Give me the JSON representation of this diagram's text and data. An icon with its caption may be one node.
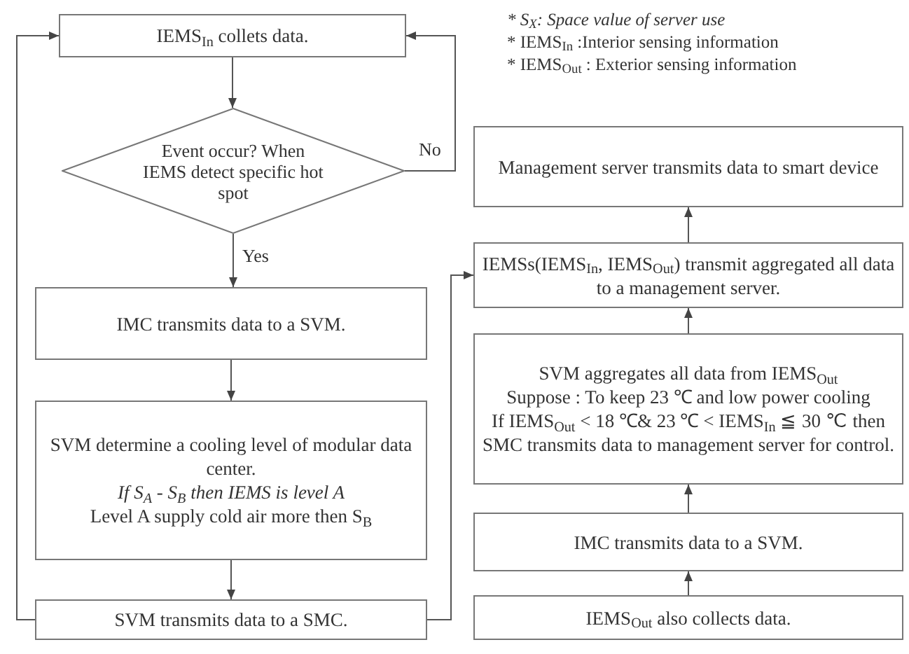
{
  "diagram": {
    "nodes": [
      {
        "text": [
          "IEMS$_{In}$ collets data."
        ]
      },
      {
        "text": [
          "Event occur? When IEMS detect specific hot spot"
        ]
      },
      {
        "text": [
          "IMC transmits data to a SVM."
        ]
      },
      {
        "text": [
          "SVM determine a cooling level of modular data center.",
          "If S$_{A}$ - S$_{B}$ then IEMS is level A",
          "Level A supply cold air more then S$_{B}$"
        ]
      },
      {
        "text": [
          "SVM transmits data to a SMC."
        ]
      },
      {
        "text": [
          "Management server transmits data to smart device"
        ]
      },
      {
        "text": [
          "IEMSs(IEMS$_{In}$, IEMS$_{Out}$) transmit aggregated all data to a management server."
        ]
      },
      {
        "text": [
          "SVM aggregates all data from IEMS$_{Out}$",
          "Suppose : To keep 23 ℃ and low power cooling",
          "If IEMS$_{Out}$ < 18 ℃& 23 ℃ < IEMS$_{In}$ ≦ 30 ℃ then SMC transmits data to management server for control."
        ]
      },
      {
        "text": [
          "IMC transmits data to a SVM."
        ]
      },
      {
        "text": [
          "IEMS$_{Out}$ also collects data."
        ]
      }
    ],
    "edges": [
      {
        "from": 0,
        "to": 1,
        "arrow": "to"
      },
      {
        "from": 1,
        "to": 2,
        "arrow": "to",
        "label": "Yes"
      },
      {
        "from": 1,
        "to": 0,
        "arrow": "to",
        "label": "No"
      },
      {
        "from": 2,
        "to": 3,
        "arrow": "to"
      },
      {
        "from": 3,
        "to": 4,
        "arrow": "to"
      },
      {
        "from": 4,
        "to": 0,
        "arrow": "to"
      },
      {
        "from": 4,
        "to": 6,
        "arrow": "to"
      },
      {
        "from": 9,
        "to": 8,
        "arrow": "to"
      },
      {
        "from": 8,
        "to": 7,
        "arrow": "to"
      },
      {
        "from": 7,
        "to": 6,
        "arrow": "to"
      },
      {
        "from": 6,
        "to": 5,
        "arrow": "to"
      }
    ],
    "labels": [
      "* S$_{X}$: Space value of server use",
      "* IEMS$_{In}$ :Interior sensing information",
      "* IEMS$_{Out}$ : Exterior sensing information"
    ]
  }
}
